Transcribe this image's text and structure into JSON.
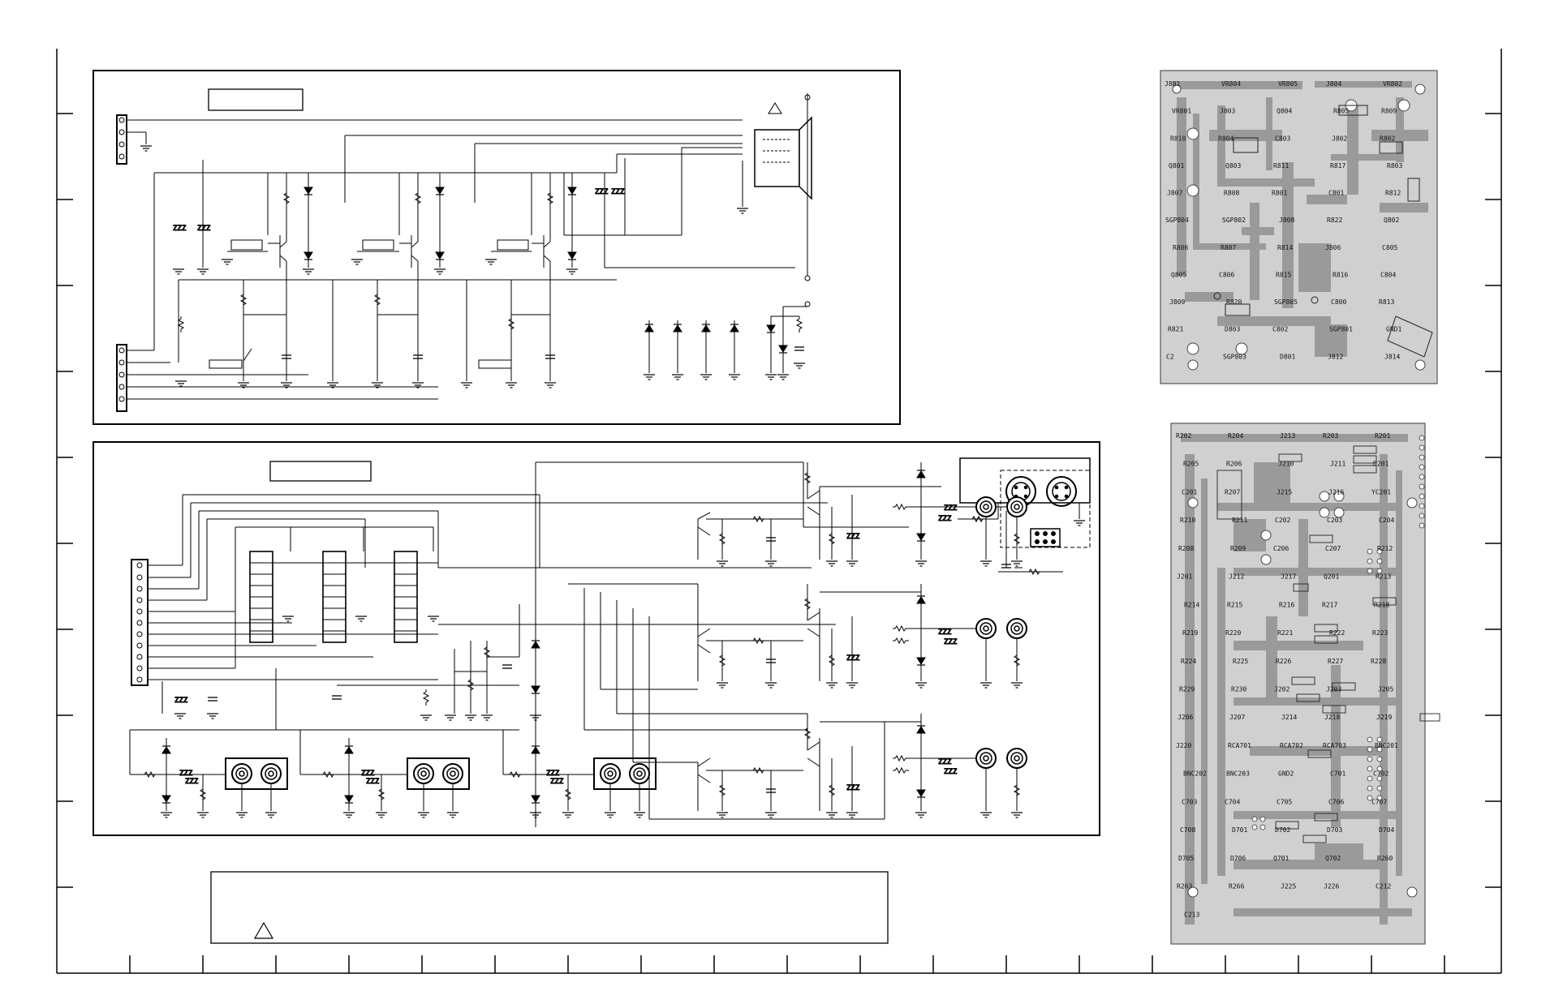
{
  "pcb_crt": {
    "labels": [
      "J801",
      "VR804",
      "VR805",
      "J804",
      "VR802",
      "VR801",
      "J803",
      "Q804",
      "R805",
      "R809",
      "R810",
      "R804",
      "C803",
      "J802",
      "R802",
      "Q801",
      "Q803",
      "R811",
      "R817",
      "R803",
      "J807",
      "R808",
      "R801",
      "C801",
      "R812",
      "SGP804",
      "SGP802",
      "J808",
      "R822",
      "Q802",
      "R806",
      "R807",
      "R814",
      "J806",
      "C805",
      "Q805",
      "C806",
      "R815",
      "R816",
      "C804",
      "J809",
      "R820",
      "SGP805",
      "C800",
      "R813",
      "R821",
      "D803",
      "C802",
      "SGP801",
      "GND1",
      "C2",
      "SGP803",
      "D801",
      "J812",
      "J814"
    ]
  },
  "pcb_av": {
    "labels": [
      "R202",
      "R204",
      "J213",
      "R203",
      "R201",
      "R205",
      "R206",
      "J210",
      "J211",
      "D201",
      "C201",
      "R207",
      "J215",
      "J216",
      "YC201",
      "R210",
      "R211",
      "C202",
      "C203",
      "C204",
      "R208",
      "R209",
      "C206",
      "C207",
      "R212",
      "J201",
      "J212",
      "J217",
      "Q201",
      "R213",
      "R214",
      "R215",
      "R216",
      "R217",
      "R218",
      "R219",
      "R220",
      "R221",
      "R222",
      "R223",
      "R224",
      "R225",
      "R226",
      "R227",
      "R228",
      "R229",
      "R230",
      "J202",
      "J203",
      "J205",
      "J206",
      "J207",
      "J214",
      "J218",
      "J219",
      "J220",
      "RCA701",
      "RCA702",
      "RCA703",
      "BNC201",
      "BNC202",
      "BNC203",
      "GND2",
      "C701",
      "C702",
      "C703",
      "C704",
      "C705",
      "C706",
      "C707",
      "C708",
      "D701",
      "D702",
      "D703",
      "D704",
      "D705",
      "D706",
      "Q701",
      "Q702",
      "R260",
      "R263",
      "R266",
      "J225",
      "J226",
      "C212",
      "C213"
    ]
  },
  "notes": {
    "symbol": "△"
  }
}
